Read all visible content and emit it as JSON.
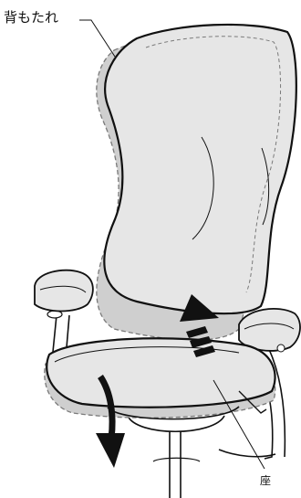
{
  "labels": {
    "backrest": "背もたれ",
    "seat": "座"
  },
  "colors": {
    "line": "#111111",
    "fill_current": "#e6e6e6",
    "fill_ghost": "#cfcfcf",
    "ghost_stroke": "#7a7a7a",
    "background": "#ffffff"
  },
  "icons": {
    "backrest_arrow": "dashed-up-arrow",
    "seat_arrow": "curved-down-arrow"
  }
}
